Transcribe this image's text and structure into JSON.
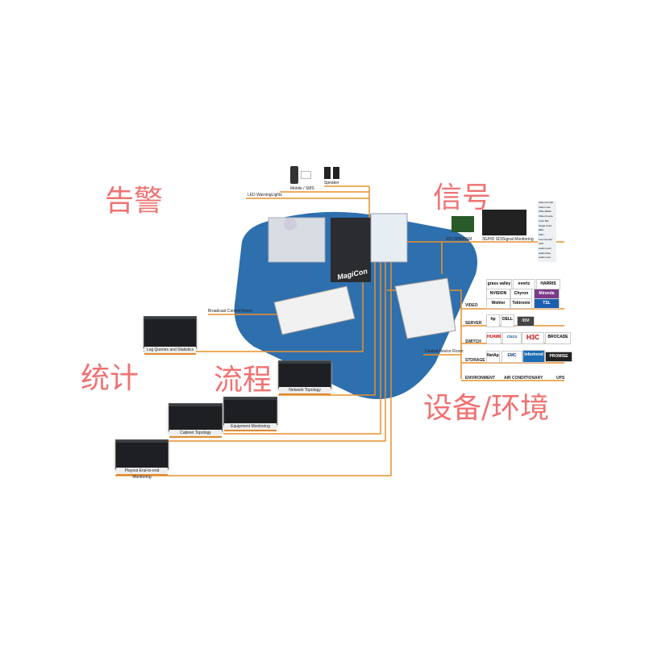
{
  "section_labels": {
    "alarm": "告警",
    "signal": "信号",
    "statistics": "统计",
    "process": "流程",
    "device_env": "设备/环境"
  },
  "alarm_outputs": {
    "mobile": "Mobile / SMS",
    "speaker": "Speaker",
    "led": "LED WarningLights"
  },
  "signal": {
    "card": "XIO 9050HSM",
    "monitor": "3G/HD SDISignal Monitoring",
    "params": [
      "Video Format",
      "Video Loss",
      "Video Black",
      "Video Freeze",
      "Color Bar",
      "Single Color",
      "EDH",
      "CRC",
      "Line Number",
      "AFD",
      "Audio Level",
      "Audio Mute",
      "Audio Loss"
    ]
  },
  "platform": {
    "brand": "MagiCon",
    "broadcast_room": "Broadcast Control Room",
    "central_room": "Central Device Room"
  },
  "screens": {
    "log": "Log Queries and Statistics",
    "network": "Network Topology",
    "equipment": "Equipment Monitoring",
    "cabinet": "Cabinet Topology",
    "playout": "Playout End-to-end Monitoring"
  },
  "categories": {
    "video": {
      "label": "VIDEO",
      "vendors": [
        "grass valley",
        "evertz",
        "HARRIS",
        "NVISION",
        "Chyron",
        "Miranda",
        "Wohler",
        "Tektronix",
        "TSL"
      ]
    },
    "server": {
      "label": "SERVER",
      "vendors": [
        "hp",
        "DELL",
        "IBM"
      ]
    },
    "switch": {
      "label": "SWITCH",
      "vendors": [
        "HUAWEI",
        "cisco",
        "H3C",
        "BROCADE"
      ]
    },
    "storage": {
      "label": "STORAGE",
      "vendors": [
        "NetApp",
        "EMC",
        "Infortrend",
        "PROMISE"
      ]
    },
    "environment": {
      "label": "ENVIRONMENT",
      "items": [
        "AIR CONDITIONARY",
        "UPS"
      ]
    }
  },
  "colors": {
    "line": "#e8902a",
    "platform": "#2e6fae",
    "label": "#f07272"
  }
}
